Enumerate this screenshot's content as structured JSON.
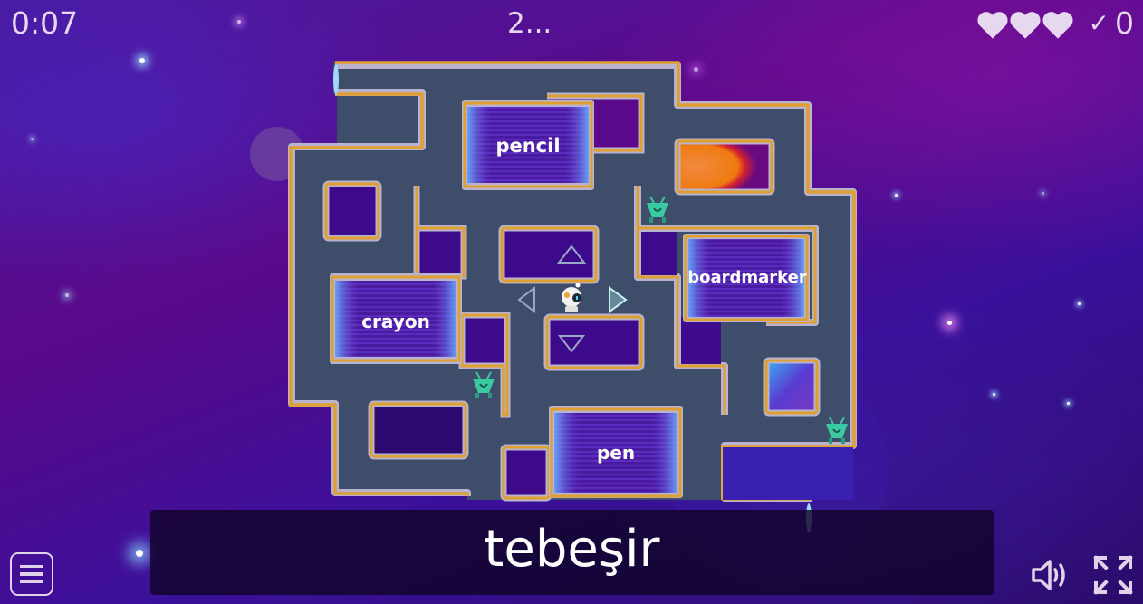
{
  "hud": {
    "timer": "0:07",
    "round": "2...",
    "lives": 3,
    "score_icon": "checkmark-icon",
    "score_symbol": "✓",
    "score": "0"
  },
  "maze": {
    "answers": [
      {
        "label": "pencil"
      },
      {
        "label": "boardmarker"
      },
      {
        "label": "crayon"
      },
      {
        "label": "pen"
      }
    ],
    "player": "astronaut-robot",
    "enemies": 3,
    "direction_arrows": [
      "up",
      "down",
      "left",
      "right"
    ]
  },
  "prompt": {
    "word": "tebeşir"
  },
  "controls": {
    "menu_icon": "hamburger-menu-icon",
    "sound_icon": "speaker-icon",
    "fullscreen_icon": "fullscreen-icon"
  },
  "colors": {
    "wall_gold": "#e0a030",
    "wall_stone": "#b9b3d0",
    "floor": "#3e4e6a",
    "void_purple": "#3c0a8a",
    "text": "#e6d8ef"
  }
}
